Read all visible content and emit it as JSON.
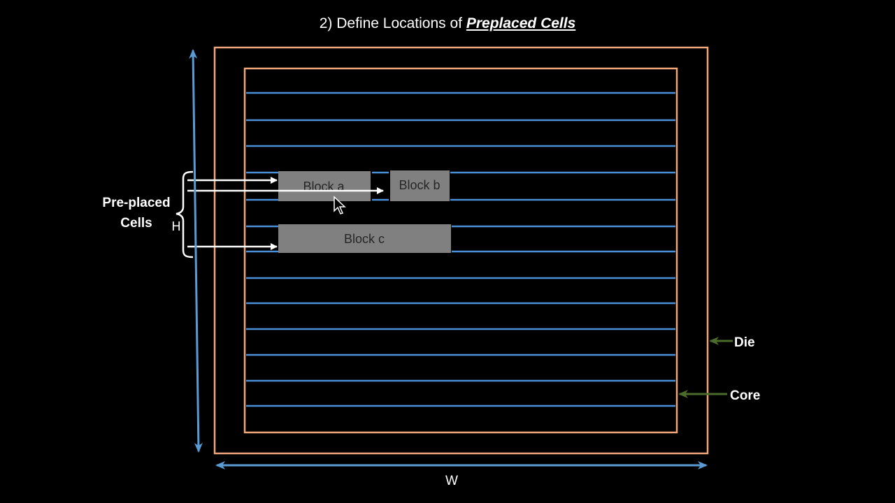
{
  "title": {
    "prefix": "2) Define Locations of ",
    "emphasis": "Preplaced Cells"
  },
  "blocks": {
    "a": "Block a",
    "b": "Block b",
    "c": "Block c"
  },
  "labels": {
    "preplaced_line1": "Pre-placed",
    "preplaced_line2": "Cells",
    "height": "H",
    "width": "W",
    "die": "Die",
    "core": "Core"
  },
  "colors": {
    "die_outline": "#f0a57a",
    "core_outline": "#f0a57a",
    "placement_rows": "#4a90d9",
    "dimension_arrows": "#5b9bd5",
    "block_fill": "#808080",
    "pointer_arrows": "#ffffff",
    "callout_arrows": "#4a6b2a"
  }
}
